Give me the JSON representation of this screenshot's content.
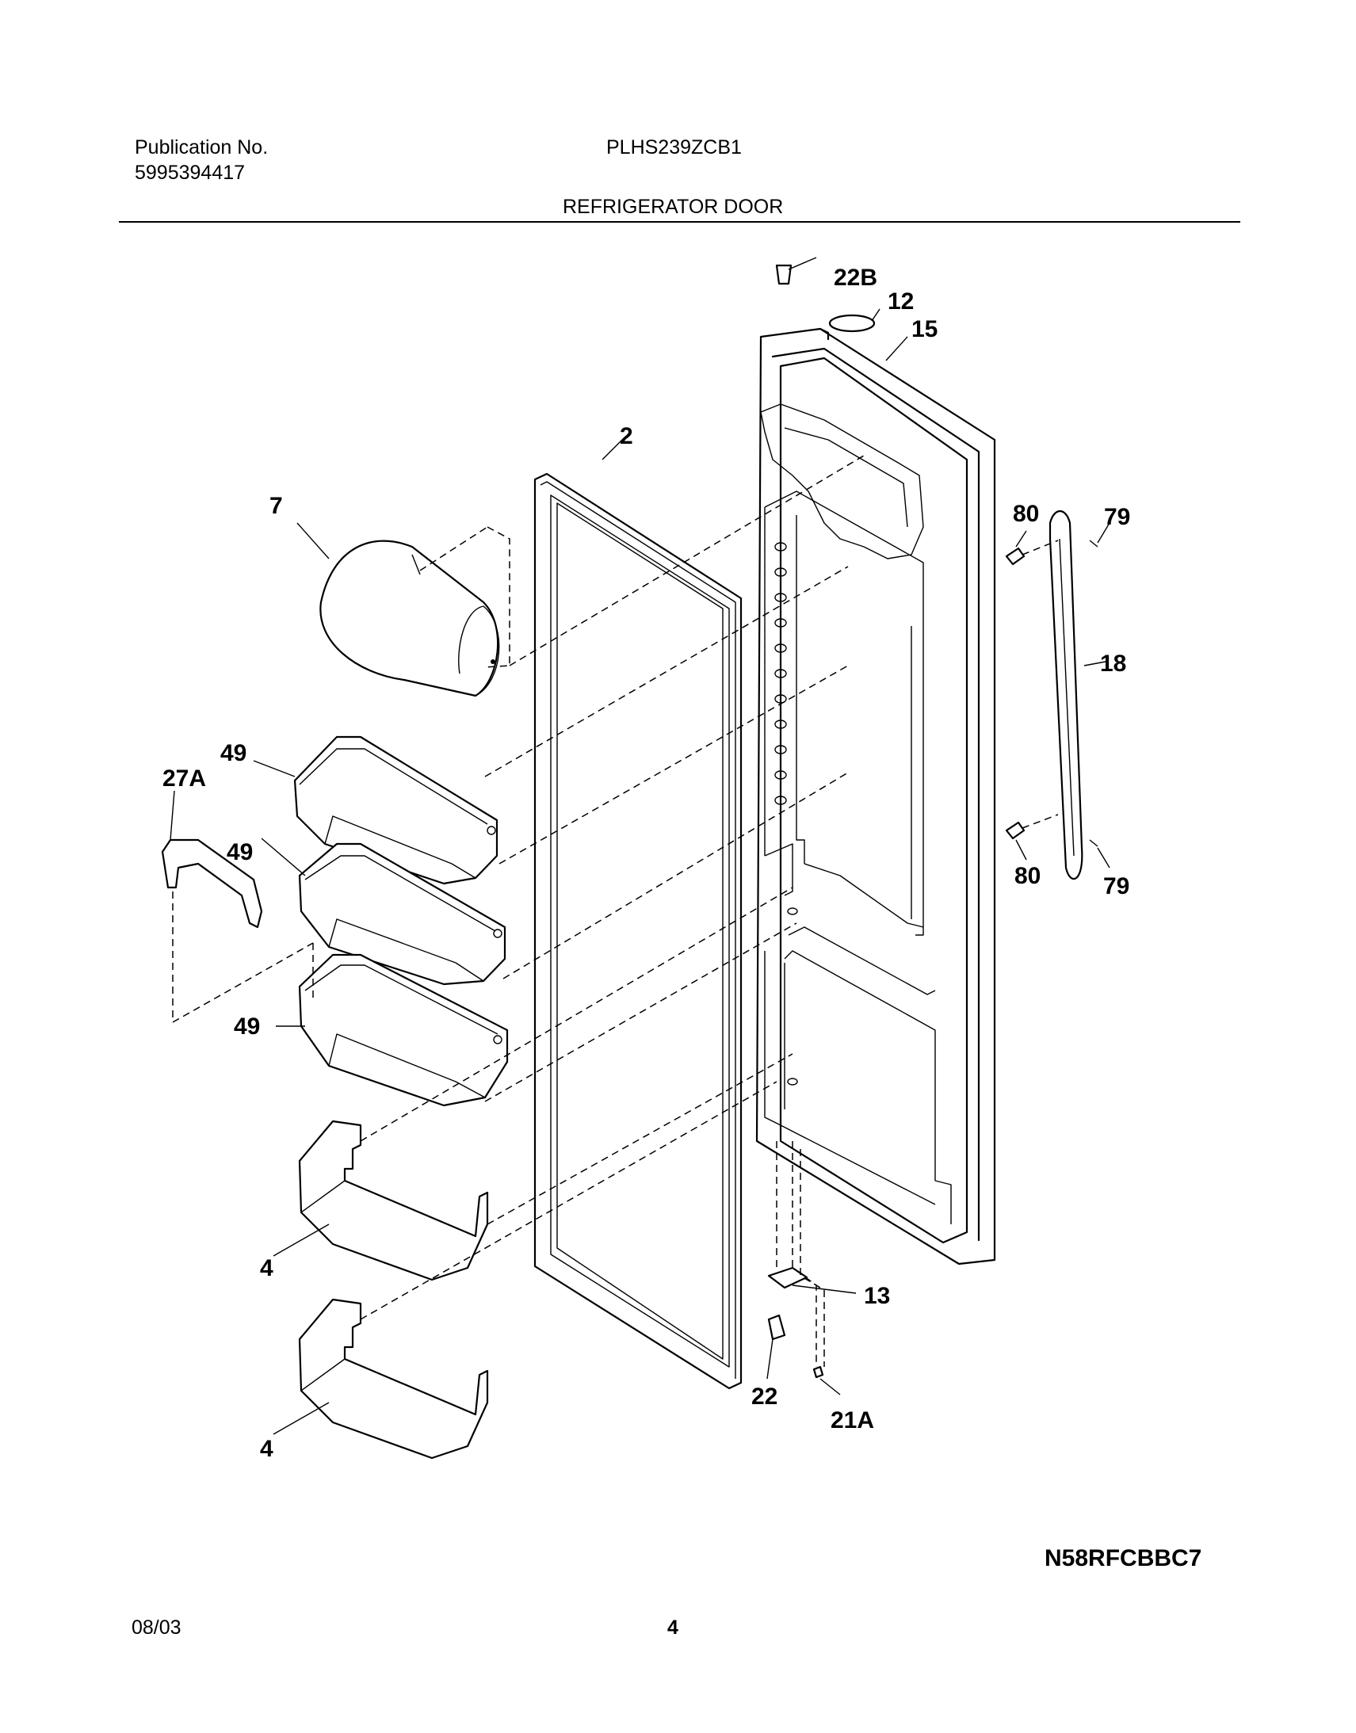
{
  "header": {
    "publication_label": "Publication No.",
    "publication_number": "5995394417",
    "model": "PLHS239ZCB1",
    "section_title": "REFRIGERATOR DOOR"
  },
  "callouts": {
    "p22B": "22B",
    "p12": "12",
    "p15": "15",
    "p2": "2",
    "p7": "7",
    "p80a": "80",
    "p79a": "79",
    "p18": "18",
    "p49a": "49",
    "p27A": "27A",
    "p49b": "49",
    "p80b": "80",
    "p79b": "79",
    "p49c": "49",
    "p4a": "4",
    "p13": "13",
    "p22": "22",
    "p21A": "21A",
    "p4b": "4"
  },
  "diagram_code": "N58RFCBBC7",
  "footer": {
    "date": "08/03",
    "page": "4"
  }
}
